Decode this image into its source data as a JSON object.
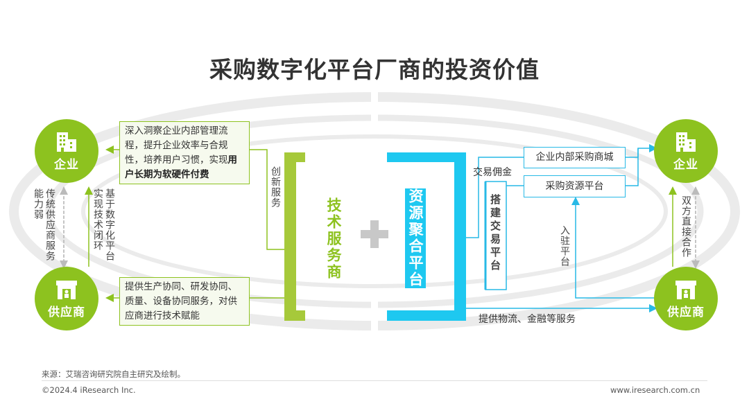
{
  "title": "采购数字化平台厂商的投资价值",
  "left": {
    "top_node": "企业",
    "bottom_node": "供应商",
    "left_vertical": "传统供应商服务能力弱",
    "right_vertical": "基于数字化平台实现技术闭环",
    "box_top_text": "深入洞察企业内部管理流程，提升企业效率与合规性，培养用户习惯，实现",
    "box_top_bold": "用户长期为软硬件付费",
    "box_bottom_text": "提供生产协同、研发协同、质量、设备协同服务，对供应商进行技术赋能",
    "innovative_service": "创新服务"
  },
  "center": {
    "tech_provider": "技术服务商",
    "plus": "+",
    "resource_platform": "资源聚合平台",
    "build_platform": "搭建交易平台"
  },
  "right": {
    "commission": "交易佣金",
    "box_mall": "企业内部采购商城",
    "box_resource": "采购资源平台",
    "settle": "入驻平台",
    "logistics": "提供物流、金融等服务",
    "top_node": "企业",
    "bottom_node": "供应商",
    "right_vertical": "双方直接合作"
  },
  "footer": {
    "source": "来源：艾瑞咨询研究院自主研究及绘制。",
    "copyright": "©2024.4 iResearch Inc.",
    "website": "www.iresearch.com.cn"
  },
  "colors": {
    "green": "#8dc21f",
    "blue": "#27b9e6",
    "cyan": "#1ec8f0",
    "title": "#333333"
  },
  "icons": [
    "building-icon",
    "store-icon",
    "plus-icon"
  ]
}
